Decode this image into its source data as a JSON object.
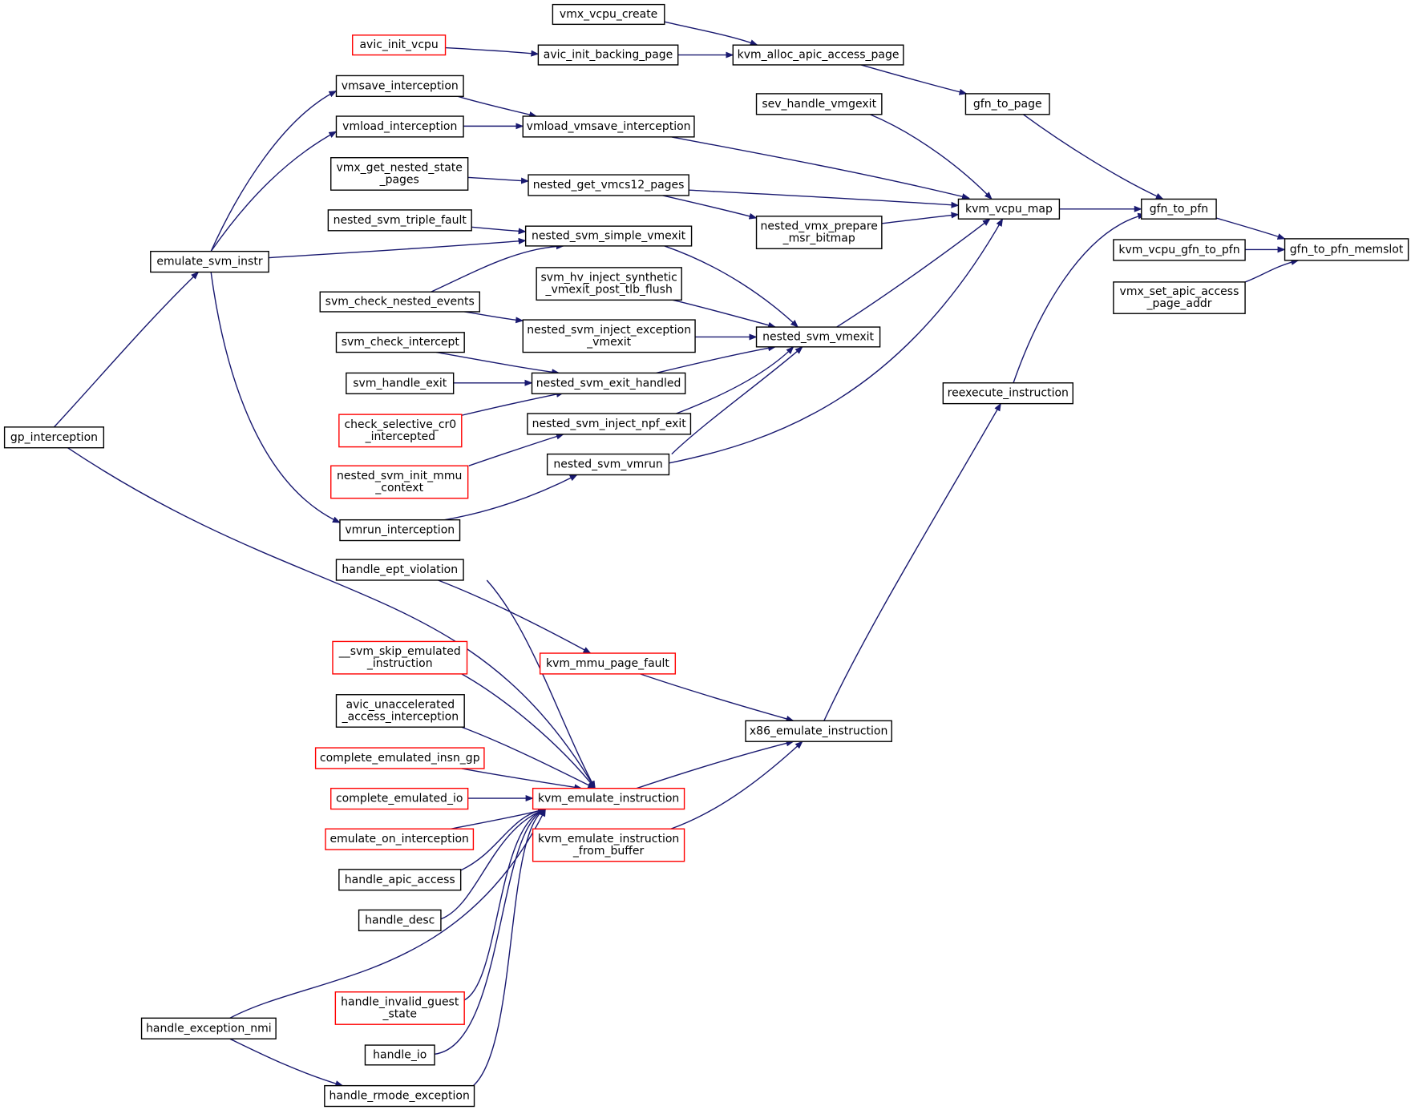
{
  "colors": {
    "edge": "#191970",
    "node_border": "#000000",
    "truncated_border": "#ff0000",
    "focus_fill": "#bfbfbf",
    "background": "#ffffff"
  },
  "nodes": {
    "gfn_to_pfn_memslot": {
      "lines": [
        "gfn_to_pfn_memslot"
      ],
      "state": "focus"
    },
    "gfn_to_pfn": {
      "lines": [
        "gfn_to_pfn"
      ],
      "state": "normal"
    },
    "kvm_vcpu_gfn_to_pfn": {
      "lines": [
        "kvm_vcpu_gfn_to_pfn"
      ],
      "state": "normal"
    },
    "vmx_set_apic_access_page_addr": {
      "lines": [
        "vmx_set_apic_access",
        "_page_addr"
      ],
      "state": "normal"
    },
    "gfn_to_page": {
      "lines": [
        "gfn_to_page"
      ],
      "state": "normal"
    },
    "kvm_vcpu_map": {
      "lines": [
        "kvm_vcpu_map"
      ],
      "state": "normal"
    },
    "reexecute_instruction": {
      "lines": [
        "reexecute_instruction"
      ],
      "state": "normal"
    },
    "kvm_alloc_apic_access_page": {
      "lines": [
        "kvm_alloc_apic_access_page"
      ],
      "state": "normal"
    },
    "vmx_vcpu_create": {
      "lines": [
        "vmx_vcpu_create"
      ],
      "state": "normal"
    },
    "avic_init_backing_page": {
      "lines": [
        "avic_init_backing_page"
      ],
      "state": "normal"
    },
    "avic_init_vcpu": {
      "lines": [
        "avic_init_vcpu"
      ],
      "state": "truncated"
    },
    "sev_handle_vmgexit": {
      "lines": [
        "sev_handle_vmgexit"
      ],
      "state": "normal"
    },
    "vmload_vmsave_interception": {
      "lines": [
        "vmload_vmsave_interception"
      ],
      "state": "normal"
    },
    "vmsave_interception": {
      "lines": [
        "vmsave_interception"
      ],
      "state": "normal"
    },
    "vmload_interception": {
      "lines": [
        "vmload_interception"
      ],
      "state": "normal"
    },
    "nested_get_vmcs12_pages": {
      "lines": [
        "nested_get_vmcs12_pages"
      ],
      "state": "normal"
    },
    "vmx_get_nested_state_pages": {
      "lines": [
        "vmx_get_nested_state",
        "_pages"
      ],
      "state": "normal"
    },
    "nested_vmx_prepare_msr_bitmap": {
      "lines": [
        "nested_vmx_prepare",
        "_msr_bitmap"
      ],
      "state": "normal"
    },
    "nested_svm_simple_vmexit": {
      "lines": [
        "nested_svm_simple_vmexit"
      ],
      "state": "normal"
    },
    "nested_svm_triple_fault": {
      "lines": [
        "nested_svm_triple_fault"
      ],
      "state": "normal"
    },
    "emulate_svm_instr": {
      "lines": [
        "emulate_svm_instr"
      ],
      "state": "normal"
    },
    "gp_interception": {
      "lines": [
        "gp_interception"
      ],
      "state": "normal"
    },
    "svm_check_nested_events": {
      "lines": [
        "svm_check_nested_events"
      ],
      "state": "normal"
    },
    "svm_hv_inject_synthetic_vmexit_post_tlb_flush": {
      "lines": [
        "svm_hv_inject_synthetic",
        "_vmexit_post_tlb_flush"
      ],
      "state": "normal"
    },
    "nested_svm_vmexit": {
      "lines": [
        "nested_svm_vmexit"
      ],
      "state": "normal"
    },
    "nested_svm_inject_exception_vmexit": {
      "lines": [
        "nested_svm_inject_exception",
        "_vmexit"
      ],
      "state": "normal"
    },
    "svm_check_intercept": {
      "lines": [
        "svm_check_intercept"
      ],
      "state": "normal"
    },
    "nested_svm_exit_handled": {
      "lines": [
        "nested_svm_exit_handled"
      ],
      "state": "normal"
    },
    "svm_handle_exit": {
      "lines": [
        "svm_handle_exit"
      ],
      "state": "normal"
    },
    "check_selective_cr0_intercepted": {
      "lines": [
        "check_selective_cr0",
        "_intercepted"
      ],
      "state": "truncated"
    },
    "nested_svm_inject_npf_exit": {
      "lines": [
        "nested_svm_inject_npf_exit"
      ],
      "state": "normal"
    },
    "nested_svm_init_mmu_context": {
      "lines": [
        "nested_svm_init_mmu",
        "_context"
      ],
      "state": "truncated"
    },
    "nested_svm_vmrun": {
      "lines": [
        "nested_svm_vmrun"
      ],
      "state": "normal"
    },
    "vmrun_interception": {
      "lines": [
        "vmrun_interception"
      ],
      "state": "normal"
    },
    "handle_ept_violation": {
      "lines": [
        "handle_ept_violation"
      ],
      "state": "normal"
    },
    "kvm_mmu_page_fault": {
      "lines": [
        "kvm_mmu_page_fault"
      ],
      "state": "truncated"
    },
    "x86_emulate_instruction": {
      "lines": [
        "x86_emulate_instruction"
      ],
      "state": "normal"
    },
    "__svm_skip_emulated_instruction": {
      "lines": [
        "__svm_skip_emulated",
        "_instruction"
      ],
      "state": "truncated"
    },
    "avic_unaccelerated_access_interception": {
      "lines": [
        "avic_unaccelerated",
        "_access_interception"
      ],
      "state": "normal"
    },
    "complete_emulated_insn_gp": {
      "lines": [
        "complete_emulated_insn_gp"
      ],
      "state": "truncated"
    },
    "kvm_emulate_instruction": {
      "lines": [
        "kvm_emulate_instruction"
      ],
      "state": "truncated"
    },
    "complete_emulated_io": {
      "lines": [
        "complete_emulated_io"
      ],
      "state": "truncated"
    },
    "emulate_on_interception": {
      "lines": [
        "emulate_on_interception"
      ],
      "state": "truncated"
    },
    "kvm_emulate_instruction_from_buffer": {
      "lines": [
        "kvm_emulate_instruction",
        "_from_buffer"
      ],
      "state": "truncated"
    },
    "handle_apic_access": {
      "lines": [
        "handle_apic_access"
      ],
      "state": "normal"
    },
    "handle_desc": {
      "lines": [
        "handle_desc"
      ],
      "state": "normal"
    },
    "handle_exception_nmi": {
      "lines": [
        "handle_exception_nmi"
      ],
      "state": "normal"
    },
    "handle_invalid_guest_state": {
      "lines": [
        "handle_invalid_guest",
        "_state"
      ],
      "state": "truncated"
    },
    "handle_io": {
      "lines": [
        "handle_io"
      ],
      "state": "normal"
    },
    "handle_rmode_exception": {
      "lines": [
        "handle_rmode_exception"
      ],
      "state": "normal"
    }
  },
  "edges": [
    [
      "gfn_to_pfn",
      "gfn_to_pfn_memslot"
    ],
    [
      "kvm_vcpu_gfn_to_pfn",
      "gfn_to_pfn_memslot"
    ],
    [
      "vmx_set_apic_access_page_addr",
      "gfn_to_pfn_memslot"
    ],
    [
      "gfn_to_page",
      "gfn_to_pfn"
    ],
    [
      "kvm_vcpu_map",
      "gfn_to_pfn"
    ],
    [
      "reexecute_instruction",
      "gfn_to_pfn"
    ],
    [
      "kvm_alloc_apic_access_page",
      "gfn_to_page"
    ],
    [
      "vmx_vcpu_create",
      "kvm_alloc_apic_access_page"
    ],
    [
      "avic_init_backing_page",
      "kvm_alloc_apic_access_page"
    ],
    [
      "avic_init_vcpu",
      "avic_init_backing_page"
    ],
    [
      "sev_handle_vmgexit",
      "kvm_vcpu_map"
    ],
    [
      "vmload_vmsave_interception",
      "kvm_vcpu_map"
    ],
    [
      "nested_get_vmcs12_pages",
      "kvm_vcpu_map"
    ],
    [
      "nested_vmx_prepare_msr_bitmap",
      "kvm_vcpu_map"
    ],
    [
      "nested_svm_vmexit",
      "kvm_vcpu_map"
    ],
    [
      "nested_svm_vmrun",
      "kvm_vcpu_map"
    ],
    [
      "vmsave_interception",
      "vmload_vmsave_interception"
    ],
    [
      "vmload_interception",
      "vmload_vmsave_interception"
    ],
    [
      "emulate_svm_instr",
      "vmsave_interception"
    ],
    [
      "emulate_svm_instr",
      "vmload_interception"
    ],
    [
      "vmx_get_nested_state_pages",
      "nested_get_vmcs12_pages"
    ],
    [
      "nested_get_vmcs12_pages",
      "nested_vmx_prepare_msr_bitmap"
    ],
    [
      "nested_svm_triple_fault",
      "nested_svm_simple_vmexit"
    ],
    [
      "emulate_svm_instr",
      "nested_svm_simple_vmexit"
    ],
    [
      "svm_check_nested_events",
      "nested_svm_simple_vmexit"
    ],
    [
      "nested_svm_simple_vmexit",
      "nested_svm_vmexit"
    ],
    [
      "gp_interception",
      "emulate_svm_instr"
    ],
    [
      "svm_hv_inject_synthetic_vmexit_post_tlb_flush",
      "nested_svm_vmexit"
    ],
    [
      "nested_svm_inject_exception_vmexit",
      "nested_svm_vmexit"
    ],
    [
      "nested_svm_exit_handled",
      "nested_svm_vmexit"
    ],
    [
      "nested_svm_inject_npf_exit",
      "nested_svm_vmexit"
    ],
    [
      "nested_svm_vmrun",
      "nested_svm_vmexit"
    ],
    [
      "svm_check_nested_events",
      "nested_svm_inject_exception_vmexit"
    ],
    [
      "svm_check_intercept",
      "nested_svm_exit_handled"
    ],
    [
      "svm_handle_exit",
      "nested_svm_exit_handled"
    ],
    [
      "check_selective_cr0_intercepted",
      "nested_svm_exit_handled"
    ],
    [
      "nested_svm_init_mmu_context",
      "nested_svm_inject_npf_exit"
    ],
    [
      "vmrun_interception",
      "nested_svm_vmrun"
    ],
    [
      "emulate_svm_instr",
      "vmrun_interception"
    ],
    [
      "x86_emulate_instruction",
      "reexecute_instruction"
    ],
    [
      "handle_ept_violation",
      "kvm_mmu_page_fault"
    ],
    [
      "kvm_mmu_page_fault",
      "x86_emulate_instruction"
    ],
    [
      "kvm_emulate_instruction",
      "x86_emulate_instruction"
    ],
    [
      "kvm_emulate_instruction_from_buffer",
      "x86_emulate_instruction"
    ],
    [
      "gp_interception",
      "kvm_emulate_instruction"
    ],
    [
      "handle_ept_violation",
      "kvm_emulate_instruction"
    ],
    [
      "__svm_skip_emulated_instruction",
      "kvm_emulate_instruction"
    ],
    [
      "avic_unaccelerated_access_interception",
      "kvm_emulate_instruction"
    ],
    [
      "complete_emulated_insn_gp",
      "kvm_emulate_instruction"
    ],
    [
      "complete_emulated_io",
      "kvm_emulate_instruction"
    ],
    [
      "emulate_on_interception",
      "kvm_emulate_instruction"
    ],
    [
      "handle_apic_access",
      "kvm_emulate_instruction"
    ],
    [
      "handle_desc",
      "kvm_emulate_instruction"
    ],
    [
      "handle_exception_nmi",
      "kvm_emulate_instruction"
    ],
    [
      "handle_invalid_guest_state",
      "kvm_emulate_instruction"
    ],
    [
      "handle_io",
      "kvm_emulate_instruction"
    ],
    [
      "handle_rmode_exception",
      "kvm_emulate_instruction"
    ],
    [
      "handle_exception_nmi",
      "handle_rmode_exception"
    ]
  ]
}
